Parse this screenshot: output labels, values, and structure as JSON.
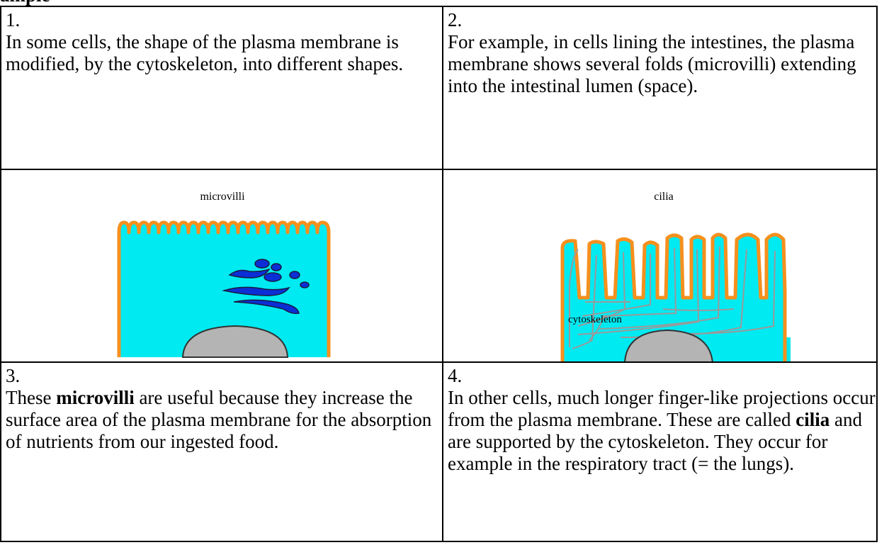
{
  "header_cutoff": "ample",
  "cells": {
    "c1": {
      "number": "1.",
      "text": "In some cells, the shape of the plasma membrane is modified, by the cytoskeleton, into different shapes."
    },
    "c2": {
      "number": "2.",
      "text": "For example, in cells lining the intestines, the plasma membrane shows several folds (microvilli) extending into the intestinal lumen (space)."
    },
    "c3": {
      "number": "3.",
      "pre": "These ",
      "bold": "microvilli",
      "post": " are useful because they increase the surface area of the plasma membrane for the absorption of nutrients from our ingested food."
    },
    "c4": {
      "number": "4.",
      "pre": "In other cells, much longer finger-like projections occur from the plasma membrane. These are called ",
      "bold": "cilia",
      "post": " and are supported by the cytoskeleton. They occur for example in the respiratory tract (= the lungs)."
    }
  },
  "figures": {
    "microvilli": {
      "label": "microvilli"
    },
    "cilia": {
      "label": "cilia",
      "inner_label": "cytoskeleton"
    }
  },
  "colors": {
    "cytoplasm": "#00eaf2",
    "membrane": "#f5901e",
    "nucleus": "#b4b4b4",
    "golgi": "#0b2fd6",
    "cytoskeleton": "#9a9a9a"
  }
}
